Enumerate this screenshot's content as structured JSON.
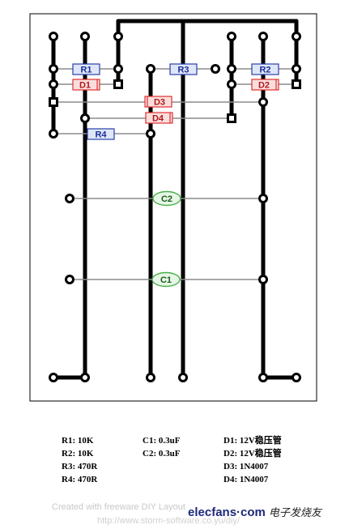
{
  "components": {
    "r1": "R1",
    "r2": "R2",
    "r3": "R3",
    "r4": "R4",
    "d1": "D1",
    "d2": "D2",
    "d3": "D3",
    "d4": "D4",
    "c1": "C1",
    "c2": "C2"
  },
  "legend": {
    "col1": [
      "R1: 10K",
      "R2: 10K",
      "R3: 470R",
      "R4: 470R"
    ],
    "col2": [
      "C1: 0.3uF",
      "C2: 0.3uF"
    ],
    "col3": [
      "D1: 12V稳压管",
      "D2: 12V稳压管",
      "D3: 1N4007",
      "D4: 1N4007"
    ]
  },
  "footer": {
    "credit_line1": "Created with freeware DIY Layout",
    "credit_line2": "http://www.storm-software.co.yu/diy/",
    "brand_name": "elecfans·com",
    "brand_cn": "电子发烧友"
  },
  "colors": {
    "trace": "#000000",
    "wire": "#8c8c8c",
    "resistor_fill": "#dfe6f7",
    "resistor_stroke": "#2a3faa",
    "diode_fill": "#fadede",
    "diode_stroke": "#e03030",
    "capacitor_fill": "#e7f7e7",
    "capacitor_stroke": "#4bb04b"
  }
}
